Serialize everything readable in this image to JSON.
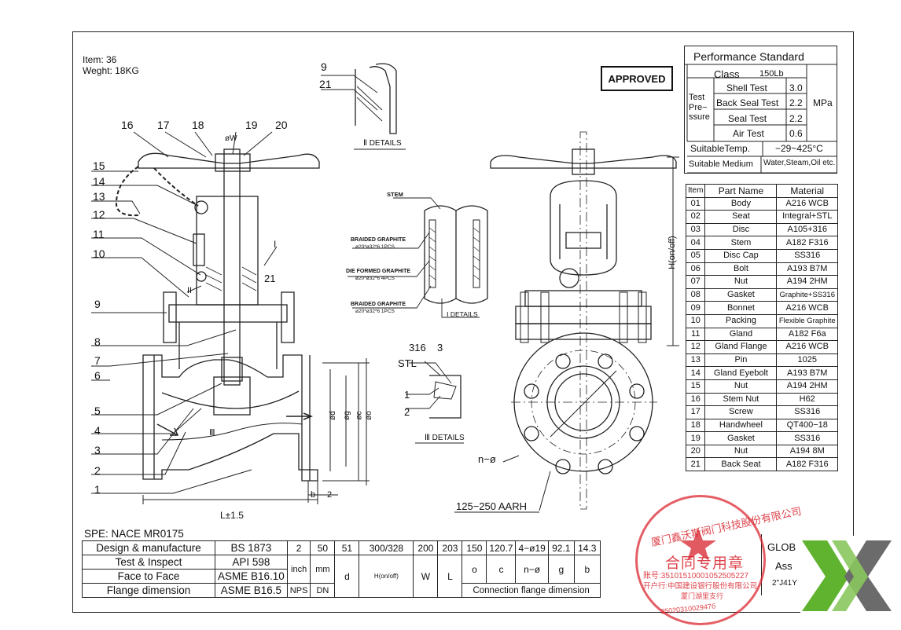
{
  "item_info": {
    "item": "Item: 36",
    "weight": "Weght: 18KG"
  },
  "approved": "APPROVED",
  "balloons": {
    "top_numbers": [
      "16",
      "17",
      "18",
      "19",
      "20"
    ],
    "left_numbers": [
      "15",
      "14",
      "13",
      "12",
      "11",
      "10",
      "9",
      "8",
      "7",
      "6",
      "5",
      "4",
      "3",
      "2",
      "1"
    ],
    "top_detail_numbers": [
      "9",
      "21"
    ],
    "small_marks": [
      "I",
      "II",
      "21"
    ],
    "dia_w": "øW",
    "h_on_off": "H(on/off)",
    "lx": "L±1.5",
    "bx": "b",
    "two": "2",
    "d_labels": [
      "ød",
      "øg",
      "øc",
      "øo"
    ]
  },
  "details": {
    "detail_ii": "Ⅱ DETAILS",
    "detail_i": "Ⅰ DETAILS",
    "detail_iii": "Ⅲ DETAILS",
    "stem": "STEM",
    "braided1": "BRAIDED GRAPHITE",
    "braided1_spec": "ø20*ø32*6   1PCS",
    "die_formed": "DIE FORMED GRAPHITE",
    "die_formed_spec": "ø20*ø32*6   4PCS",
    "braided2": "BRAIDED GRAPHITE",
    "braided2_spec": "ø20*ø32*6   1PCS",
    "iii_labels": {
      "s316": "316",
      "three": "3",
      "stl": "STL",
      "one": "1",
      "two": "2"
    },
    "n_dia": "n−ø",
    "finish": "125−250 AARH",
    "roman_iii": "Ⅲ"
  },
  "performance": {
    "title": "Performance Standard",
    "class_label": "Class",
    "class_value": "150Lb",
    "test_pressure": "Test Pre− ssure",
    "tests": [
      {
        "name": "Shell Test",
        "value": "3.0"
      },
      {
        "name": "Back Seal Test",
        "value": "2.2"
      },
      {
        "name": "Seal Test",
        "value": "2.2"
      },
      {
        "name": "Air Test",
        "value": "0.6"
      }
    ],
    "unit": "MPa",
    "temp_label": "SuitableTemp.",
    "temp_value": "−29~425°C",
    "medium_label": "Suitable Medium",
    "medium_value": "Water,Steam,Oil etc."
  },
  "parts_table": {
    "headers": [
      "Item",
      "Part Name",
      "Material"
    ],
    "rows": [
      [
        "01",
        "Body",
        "A216 WCB"
      ],
      [
        "02",
        "Seat",
        "Integral+STL"
      ],
      [
        "03",
        "Disc",
        "A105+316"
      ],
      [
        "04",
        "Stem",
        "A182 F316"
      ],
      [
        "05",
        "Disc Cap",
        "SS316"
      ],
      [
        "06",
        "Bolt",
        "A193 B7M"
      ],
      [
        "07",
        "Nut",
        "A194 2HM"
      ],
      [
        "08",
        "Gasket",
        "Graphite+SS316"
      ],
      [
        "09",
        "Bonnet",
        "A216 WCB"
      ],
      [
        "10",
        "Packing",
        "Flexible Graphite"
      ],
      [
        "11",
        "Gland",
        "A182 F6a"
      ],
      [
        "12",
        "Gland Flange",
        "A216 WCB"
      ],
      [
        "13",
        "Pin",
        "1025"
      ],
      [
        "14",
        "Gland Eyebolt",
        "A193 B7M"
      ],
      [
        "15",
        "Nut",
        "A194 2HM"
      ],
      [
        "16",
        "Stem Nut",
        "H62"
      ],
      [
        "17",
        "Screw",
        "SS316"
      ],
      [
        "18",
        "Handwheel",
        "QT400−18"
      ],
      [
        "19",
        "Gasket",
        "SS316"
      ],
      [
        "20",
        "Nut",
        "A194 8M"
      ],
      [
        "21",
        "Back Seat",
        "A182 F316"
      ]
    ]
  },
  "spec_block": {
    "spe": "SPE: NACE MR0175",
    "rows": [
      {
        "label": "Design & manufacture",
        "std": "BS 1873"
      },
      {
        "label": "Test & Inspect",
        "std": "API 598"
      },
      {
        "label": "Face to Face",
        "std": "ASME B16.10"
      },
      {
        "label": "Flange dimension",
        "std": "ASME B16.5"
      }
    ],
    "dims_values": [
      "2",
      "50",
      "51",
      "300/328",
      "200",
      "203",
      "150",
      "120.7",
      "4−ø19",
      "92.1",
      "14.3"
    ],
    "unit_inch": "inch",
    "unit_mm": "mm",
    "nps": "NPS",
    "dn": "DN",
    "d": "d",
    "h": "H(on/off)",
    "w": "W",
    "l": "L",
    "flange_cols": [
      "o",
      "c",
      "n−ø",
      "g",
      "b"
    ],
    "connection": "Connection flange dimension"
  },
  "title_block": {
    "glob": "GLOB",
    "ass": "Ass",
    "model": "2\"J41Y"
  },
  "stamp": {
    "top": "厦门鑫沃斯阀门科技股份有限公司",
    "center": "合同专用章",
    "account": "账号:35101510001052505227",
    "bank": "开户行:中国建设银行股份有限公司",
    "branch": "厦门湖里支行",
    "code": "3502031002947б"
  },
  "colors": {
    "stamp": "#d8232d",
    "logo_green": "#5fb32f",
    "logo_gray": "#6b6b6b",
    "ink": "#111111"
  }
}
